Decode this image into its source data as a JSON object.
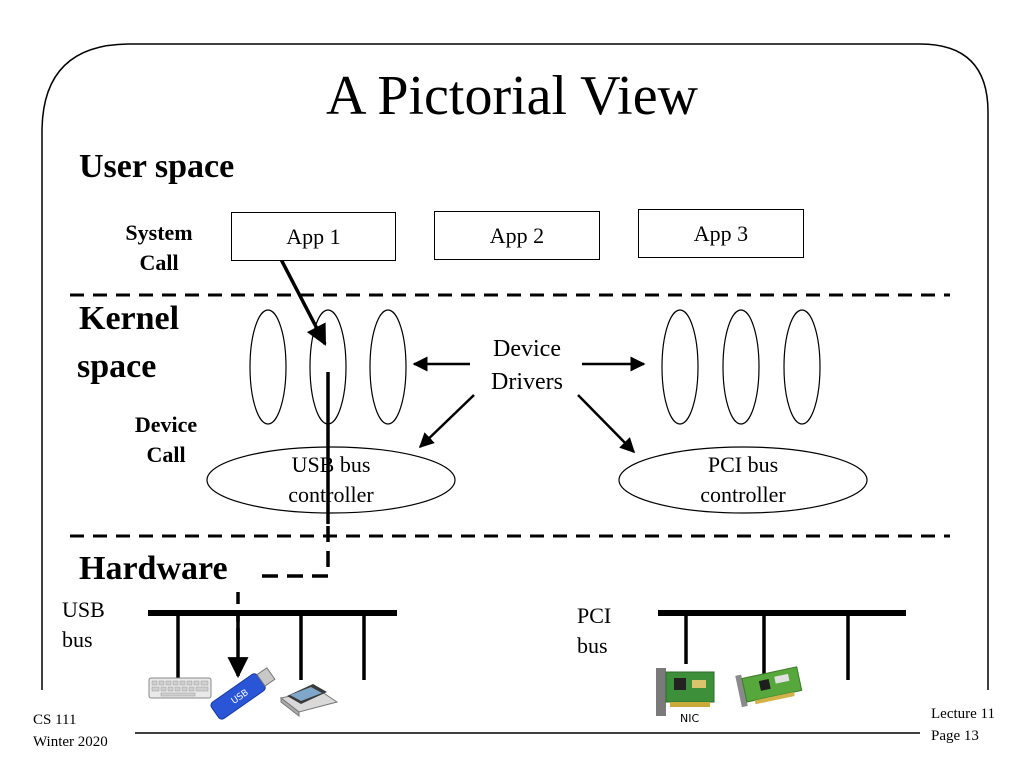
{
  "slide": {
    "title": "A Pictorial View"
  },
  "sections": {
    "user_space": "User space",
    "kernel_space_line1": "Kernel",
    "kernel_space_line2": "space",
    "hardware": "Hardware"
  },
  "annotations": {
    "system_call_line1": "System",
    "system_call_line2": "Call",
    "device_call_line1": "Device",
    "device_call_line2": "Call"
  },
  "apps": [
    "App 1",
    "App 2",
    "App 3"
  ],
  "device_drivers": {
    "line1": "Device",
    "line2": "Drivers"
  },
  "controllers": {
    "usb_line1": "USB bus",
    "usb_line2": "controller",
    "pci_line1": "PCI bus",
    "pci_line2": "controller"
  },
  "buses": {
    "usb_line1": "USB",
    "usb_line2": "bus",
    "pci_line1": "PCI",
    "pci_line2": "bus"
  },
  "devices": {
    "usb_stick_text": "USB",
    "nic_text": "NIC"
  },
  "icons": {
    "usb": [
      "keyboard-icon",
      "usb-stick-icon",
      "scanner-icon"
    ],
    "pci": [
      "nic-card-icon",
      "pci-card-icon"
    ]
  },
  "footer": {
    "course": "CS 111",
    "term": "Winter 2020",
    "lecture": "Lecture 11",
    "page": "Page 13"
  }
}
